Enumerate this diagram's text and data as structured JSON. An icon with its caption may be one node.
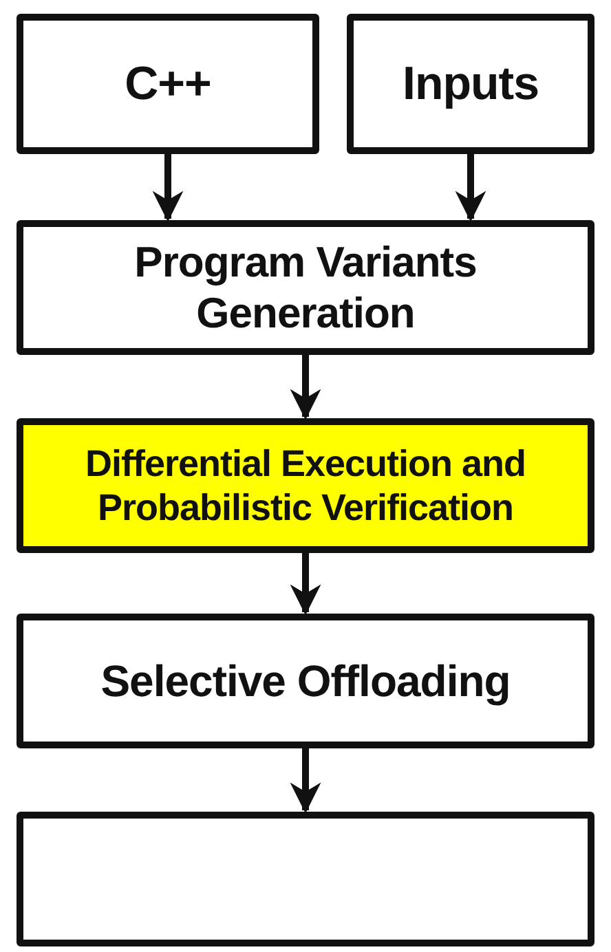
{
  "diagram": {
    "nodes": [
      {
        "text": [
          "C++"
        ]
      },
      {
        "text": [
          "Inputs"
        ]
      },
      {
        "text": [
          "Program Variants Generation"
        ]
      },
      {
        "text": [
          "Differential Execution and Probabilistic Verification"
        ]
      },
      {
        "text": [
          "Selective Offloading"
        ]
      },
      {
        "text": [],
        "shape": "box"
      }
    ],
    "edges": [
      {
        "from": 0,
        "to": 2,
        "arrow": "to"
      },
      {
        "from": 1,
        "to": 2,
        "arrow": "to"
      },
      {
        "from": 2,
        "to": 3,
        "arrow": "to"
      },
      {
        "from": 3,
        "to": 4,
        "arrow": "to"
      },
      {
        "from": 4,
        "to": 5,
        "arrow": "to"
      }
    ]
  }
}
